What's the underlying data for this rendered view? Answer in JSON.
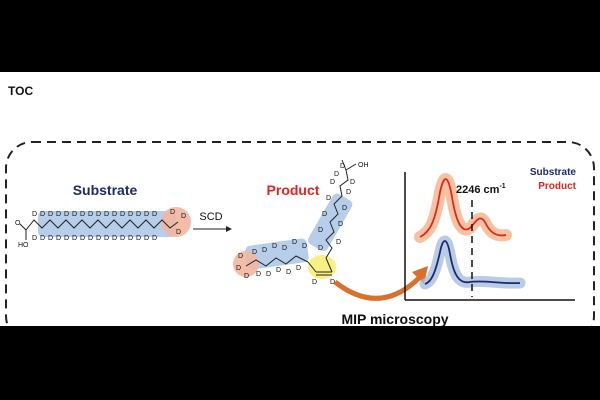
{
  "header": {
    "label": "TOC"
  },
  "substrate": {
    "title": "Substrate",
    "atom_D": "D",
    "atom_O": "O",
    "atom_OH": "HO"
  },
  "reaction": {
    "enzyme": "SCD"
  },
  "product": {
    "title": "Product",
    "atom_D": "D",
    "atom_OH": "OH"
  },
  "spectrum": {
    "peak_label": "2246 cm",
    "peak_superscript": "-1",
    "legend_substrate": "Substrate",
    "legend_product": "Product"
  },
  "technique": {
    "label": "MIP microscopy"
  },
  "colors": {
    "substrate": "#1a2a6c",
    "product": "#e8231e",
    "chain_highlight": "#aac6e6",
    "terminal_highlight": "#f2b6a0",
    "double_bond_highlight": "#f7ee74",
    "arrow": "#d9702b"
  }
}
